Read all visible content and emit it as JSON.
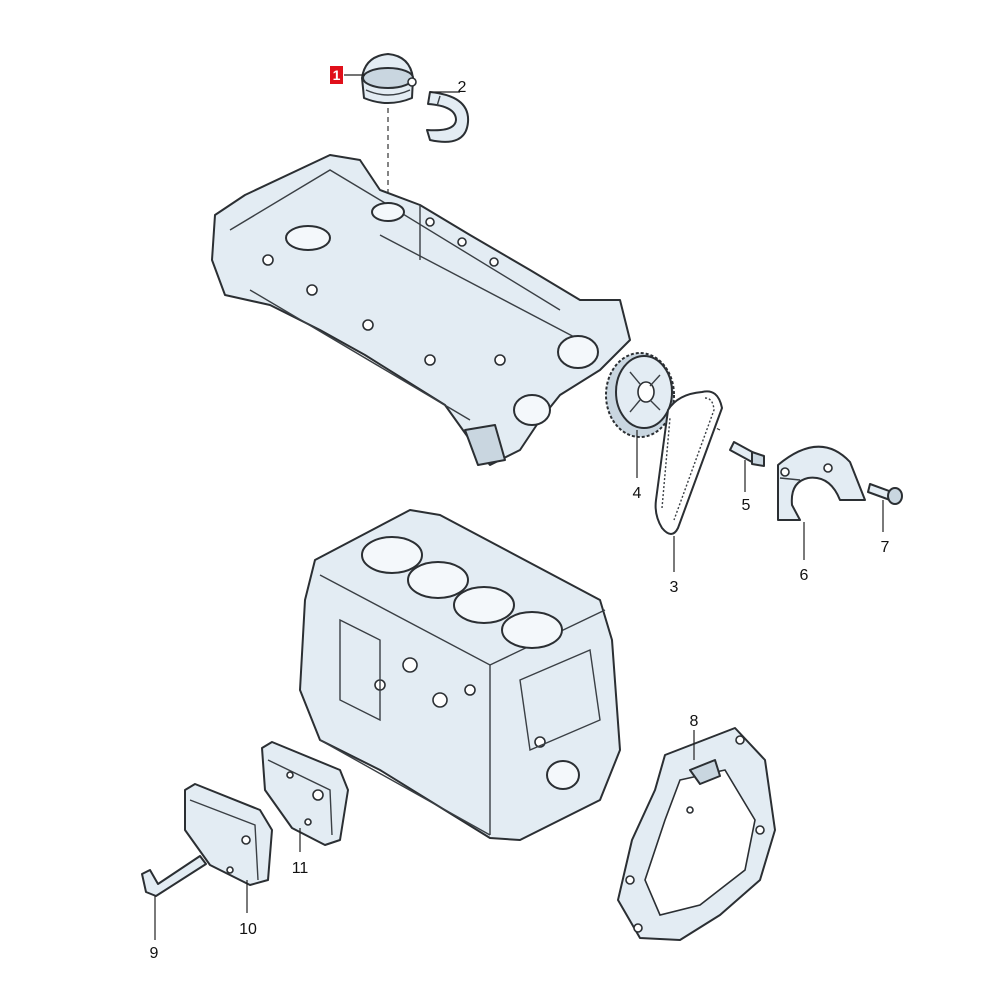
{
  "colors": {
    "highlight": "#e0101a",
    "part_fill": "#e3ecf3",
    "outline": "#2b2f33"
  },
  "labels": [
    {
      "id": "1",
      "text": "1",
      "highlighted": true
    },
    {
      "id": "2",
      "text": "2"
    },
    {
      "id": "3",
      "text": "3"
    },
    {
      "id": "4",
      "text": "4"
    },
    {
      "id": "5",
      "text": "5"
    },
    {
      "id": "6",
      "text": "6"
    },
    {
      "id": "7",
      "text": "7"
    },
    {
      "id": "8",
      "text": "8"
    },
    {
      "id": "9",
      "text": "9"
    },
    {
      "id": "10",
      "text": "10"
    },
    {
      "id": "11",
      "text": "11"
    }
  ]
}
